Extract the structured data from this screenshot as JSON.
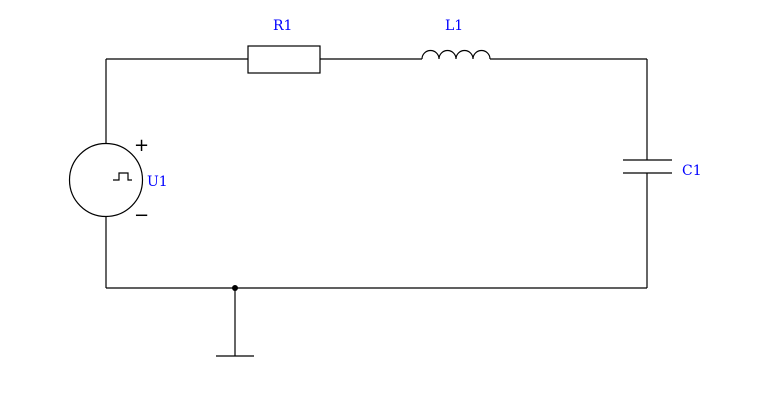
{
  "schematic": {
    "components": {
      "r1": {
        "type": "resistor",
        "label": "R1"
      },
      "l1": {
        "type": "inductor",
        "label": "L1"
      },
      "c1": {
        "type": "capacitor",
        "label": "C1"
      },
      "u1": {
        "type": "pulse-voltage-source",
        "label": "U1",
        "plus": "+",
        "minus": "−"
      }
    },
    "ground": {
      "type": "ground"
    },
    "colors": {
      "wire": "#000000",
      "label": "#0000ff"
    }
  }
}
